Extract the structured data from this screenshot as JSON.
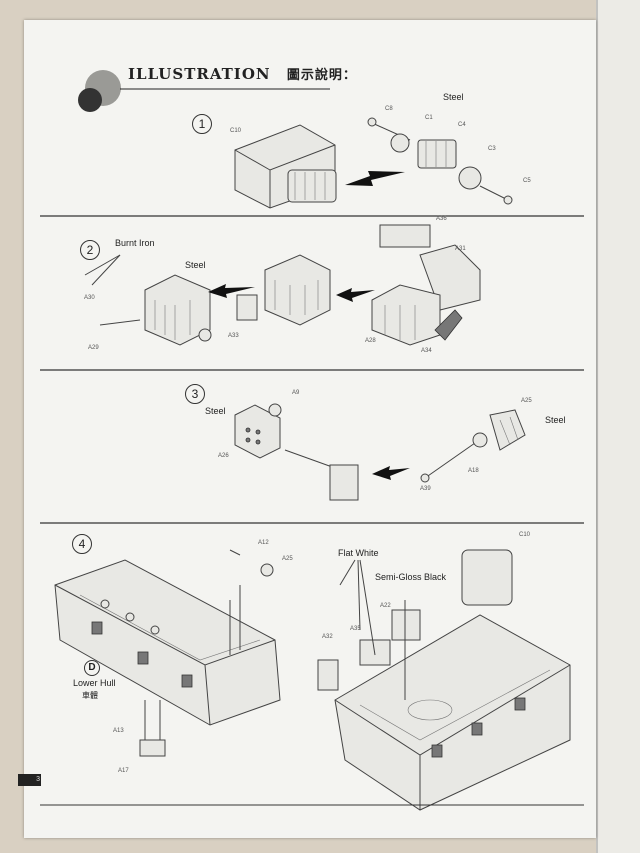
{
  "header": {
    "title": "ILLUSTRATION",
    "title_cn": "圖示說明："
  },
  "steps": [
    {
      "number": "1",
      "callouts": [
        "Steel"
      ],
      "parts": [
        "C10",
        "C8",
        "C1",
        "C4",
        "C3",
        "C5"
      ]
    },
    {
      "number": "2",
      "callouts": [
        "Burnt Iron",
        "Steel"
      ],
      "parts": [
        "A36",
        "A31",
        "A30",
        "A33",
        "A28",
        "A34",
        "A29"
      ]
    },
    {
      "number": "3",
      "callouts": [
        "Steel",
        "Steel"
      ],
      "parts": [
        "A9",
        "A25",
        "A26",
        "A18",
        "A39"
      ]
    },
    {
      "number": "4",
      "callouts": [
        "Flat White",
        "Semi-Gloss Black"
      ],
      "lower_hull": {
        "letter": "D",
        "label": "Lower Hull",
        "label_cn": "車體"
      },
      "parts": [
        "A12",
        "A25",
        "C10",
        "A22",
        "A32",
        "A35",
        "A13",
        "A17"
      ]
    }
  ],
  "page_number": "3"
}
